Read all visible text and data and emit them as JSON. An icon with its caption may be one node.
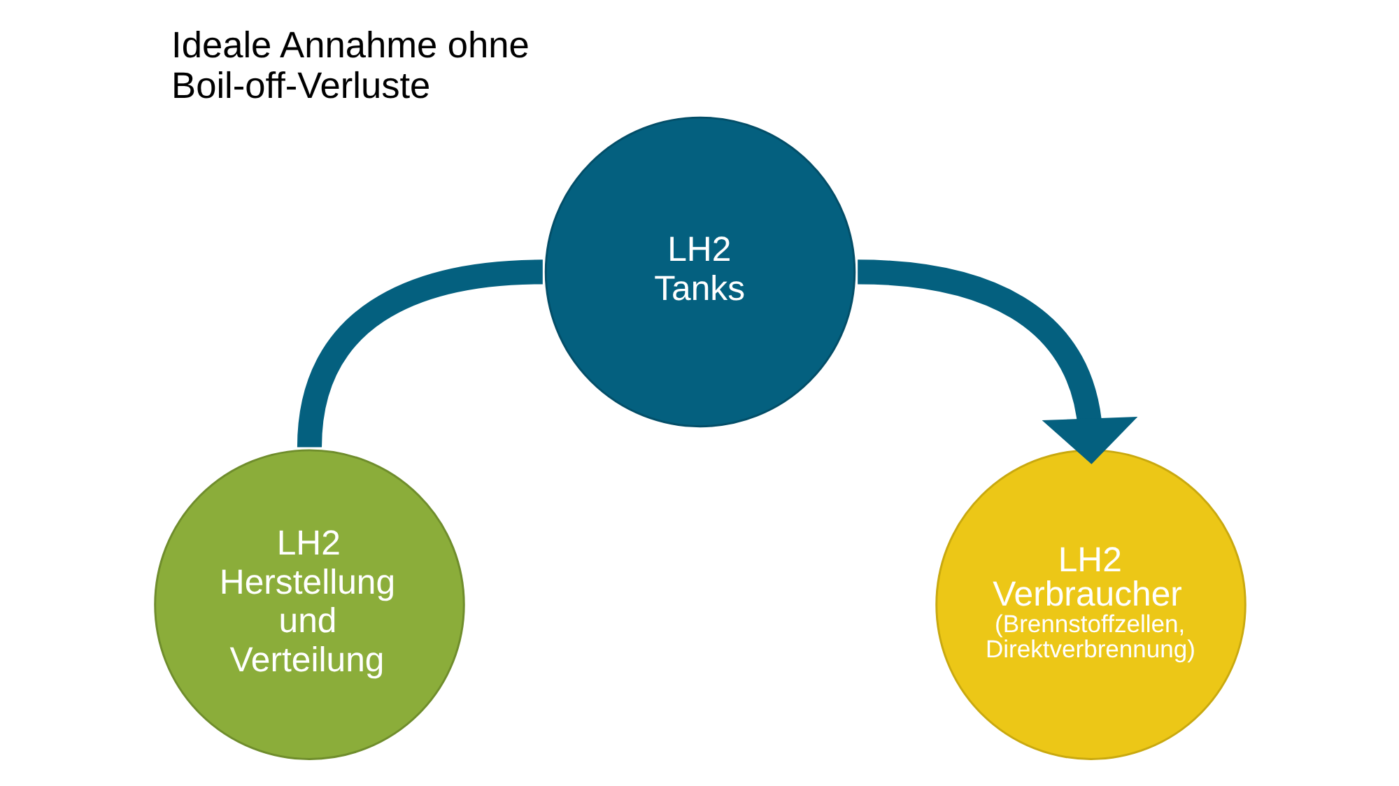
{
  "diagram": {
    "title": "Ideale Annahme ohne Boil-off-Verluste",
    "nodes": [
      {
        "text": [
          "LH2 Tanks"
        ]
      },
      {
        "text": [
          "LH2 Herstellung und Verteilung"
        ]
      },
      {
        "text": [
          "LH2 Verbraucher",
          "(Brennstoffzellen, Direktverbrennung)"
        ]
      }
    ],
    "edges": [
      {
        "from": 1,
        "to": 0,
        "arrow": "none"
      },
      {
        "from": 0,
        "to": 2,
        "arrow": "to"
      }
    ]
  }
}
